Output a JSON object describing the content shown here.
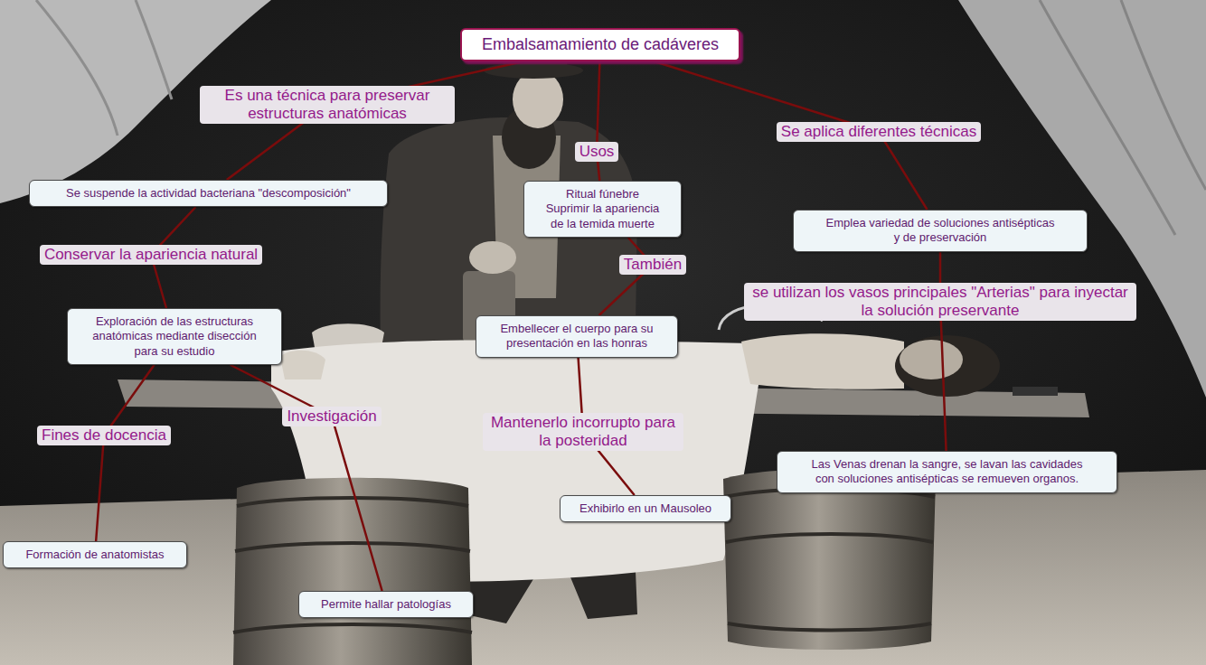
{
  "diagram": {
    "nodes": [
      {
        "text": [
          "Embalsamamiento de cadáveres"
        ]
      },
      {
        "text": [
          "Se suspende la actividad bacteriana \"descomposición\""
        ]
      },
      {
        "text": [
          "Ritual fúnebre",
          "Suprimir la apariencia de la temida muerte"
        ]
      },
      {
        "text": [
          "Emplea variedad de soluciones antisépticas y de preservación"
        ]
      },
      {
        "text": [
          "Exploración de las estructuras anatómicas mediante disección para su estudio"
        ]
      },
      {
        "text": [
          "Embellecer el cuerpo para su presentación en las honras"
        ]
      },
      {
        "text": [
          "Las Venas drenan la sangre, se lavan las cavidades con soluciones antisépticas se remueven organos."
        ]
      },
      {
        "text": [
          "Exhibirlo en un Mausoleo"
        ]
      },
      {
        "text": [
          "Formación de anatomistas"
        ]
      },
      {
        "text": [
          "Permite hallar patologías"
        ]
      }
    ],
    "edges": [
      {
        "from": 0,
        "to": 1,
        "label": "Es una técnica para preservar estructuras anatómicas",
        "arrow": "none"
      },
      {
        "from": 0,
        "to": 2,
        "label": "Usos",
        "arrow": "none"
      },
      {
        "from": 0,
        "to": 3,
        "label": "Se aplica diferentes técnicas",
        "arrow": "none"
      },
      {
        "from": 1,
        "to": 4,
        "label": "Conservar la apariencia natural",
        "arrow": "none"
      },
      {
        "from": 2,
        "to": 5,
        "label": "También",
        "arrow": "none"
      },
      {
        "from": 3,
        "to": 6,
        "label": "se utilizan los vasos principales \"Arterias\" para inyectar la solución preservante",
        "arrow": "none"
      },
      {
        "from": 4,
        "to": 8,
        "label": "Fines de docencia",
        "arrow": "none"
      },
      {
        "from": 4,
        "to": 9,
        "label": "Investigación",
        "arrow": "none"
      },
      {
        "from": 5,
        "to": 7,
        "label": "Mantenerlo incorrupto para la posteridad",
        "arrow": "none"
      }
    ]
  }
}
